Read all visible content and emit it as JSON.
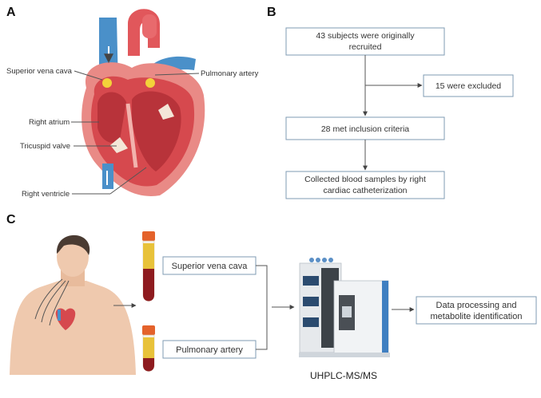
{
  "panels": {
    "a": {
      "letter": "A",
      "labels": {
        "svc": "Superior vena cava",
        "pa": "Pulmonary artery",
        "ra": "Right atrium",
        "tv": "Tricuspid valve",
        "rv": "Right ventricle"
      }
    },
    "b": {
      "letter": "B",
      "steps": {
        "recruit": [
          "43 subjects were originally",
          "recruited"
        ],
        "excluded": "15 were excluded",
        "criteria": "28 met inclusion criteria",
        "collected": [
          "Collected blood samples by right",
          "cardiac catheterization"
        ]
      }
    },
    "c": {
      "letter": "C",
      "samples": {
        "svc": "Superior vena cava",
        "pa": "Pulmonary artery"
      },
      "instrument": "UHPLC-MS/MS",
      "output": [
        "Data processing and",
        "metabolite identification"
      ]
    }
  },
  "colors": {
    "box_border": "#7f9bb3",
    "heart_red": "#d6494e",
    "vein_blue": "#4a90c9",
    "blood": "#8e1b1f",
    "plasma": "#e8c23a",
    "cap": "#e4622b"
  }
}
